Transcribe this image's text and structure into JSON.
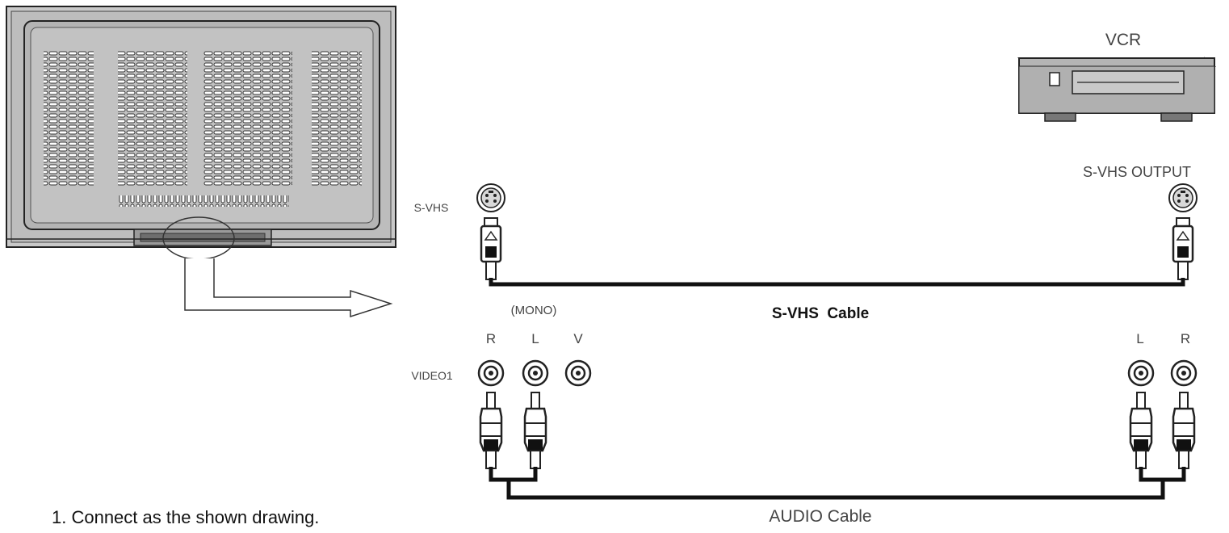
{
  "device": {
    "name": "VCR",
    "output_label": "S-VHS OUTPUT"
  },
  "panel_labels": {
    "svhs_port": "S-VHS",
    "mono": "(MONO)",
    "r": "R",
    "l": "L",
    "v": "V",
    "video1": "VIDEO1"
  },
  "vcr_audio_labels": {
    "l": "L",
    "r": "R"
  },
  "cables": {
    "svhs": "S-VHS  Cable",
    "audio": "AUDIO Cable"
  },
  "instructions": {
    "step1": "1. Connect as the shown drawing."
  }
}
